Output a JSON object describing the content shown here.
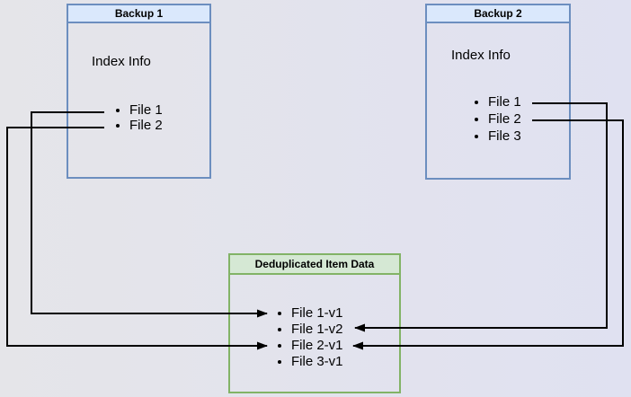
{
  "canvas": {
    "background_left": "#e5e5e9",
    "background_right": "#e0e1f1",
    "line_color": "#000000"
  },
  "boxes": {
    "backup1": {
      "title": "Backup 1",
      "subtitle": "Index Info",
      "items": [
        "File 1",
        "File 2"
      ],
      "header_fill": "#dae8fc",
      "border_color": "#6c8ebf"
    },
    "backup2": {
      "title": "Backup 2",
      "subtitle": "Index Info",
      "items": [
        "File 1",
        "File 2",
        "File 3"
      ],
      "header_fill": "#dae8fc",
      "border_color": "#6c8ebf"
    },
    "dedup": {
      "title": "Deduplicated Item Data",
      "items": [
        "File 1-v1",
        "File 1-v2",
        "File 2-v1",
        "File 3-v1"
      ],
      "header_fill": "#d5e8d4",
      "border_color": "#82b366"
    }
  },
  "connections": [
    {
      "from": "Backup 1 / File 1",
      "to": "File 1-v1",
      "direction": "left-to-right"
    },
    {
      "from": "Backup 1 / File 2",
      "to": "File 2-v1",
      "direction": "left-to-right"
    },
    {
      "from": "Backup 2 / File 1",
      "to": "File 1-v2",
      "direction": "right-to-left"
    },
    {
      "from": "Backup 2 / File 2",
      "to": "File 2-v1",
      "direction": "right-to-left"
    }
  ]
}
